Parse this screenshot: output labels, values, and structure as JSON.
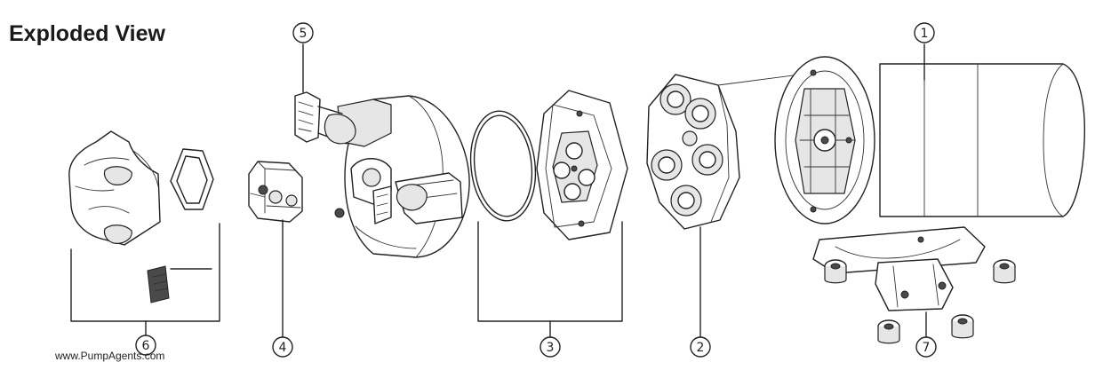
{
  "title": "Exploded View",
  "watermark": "www.PumpAgents.com",
  "callouts": [
    {
      "id": "1",
      "label": "1"
    },
    {
      "id": "2",
      "label": "2"
    },
    {
      "id": "3",
      "label": "3"
    },
    {
      "id": "4",
      "label": "4"
    },
    {
      "id": "5",
      "label": "5"
    },
    {
      "id": "6",
      "label": "6"
    },
    {
      "id": "7",
      "label": "7"
    }
  ]
}
